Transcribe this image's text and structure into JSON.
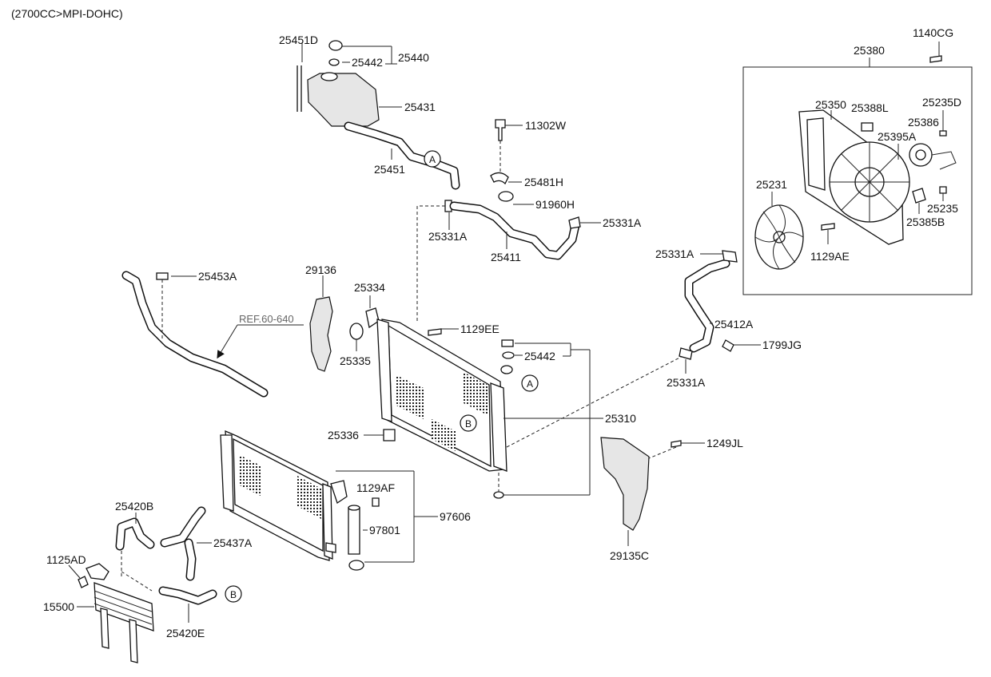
{
  "header": {
    "engine_note": "(2700CC>MPI-DOHC)"
  },
  "ref_label": "REF.60-640",
  "callouts": {
    "a": "A",
    "b": "B"
  },
  "parts": {
    "p25451D": "25451D",
    "p25440": "25440",
    "p25442_top": "25442",
    "p25431": "25431",
    "p25451": "25451",
    "p11302W": "11302W",
    "p25481H": "25481H",
    "p91960H": "91960H",
    "p25331A_1": "25331A",
    "p25331A_2": "25331A",
    "p25331A_3": "25331A",
    "p25331A_4": "25331A",
    "p25411": "25411",
    "p25453A": "25453A",
    "p29136": "29136",
    "p25334": "25334",
    "p25335": "25335",
    "p1129EE": "1129EE",
    "p25442_mid": "25442",
    "p25310": "25310",
    "p25336": "25336",
    "p25412A": "25412A",
    "p1799JG": "1799JG",
    "p1140CG": "1140CG",
    "p25380": "25380",
    "p25350": "25350",
    "p25388L": "25388L",
    "p25235D": "25235D",
    "p25386": "25386",
    "p25395A": "25395A",
    "p25231": "25231",
    "p25235": "25235",
    "p25385B": "25385B",
    "p1129AE": "1129AE",
    "p1249JL": "1249JL",
    "p29135C": "29135C",
    "p1129AF": "1129AF",
    "p97606": "97606",
    "p97801": "97801",
    "p25420B": "25420B",
    "p25437A": "25437A",
    "p1125AD": "1125AD",
    "p15500": "15500",
    "p25420E": "25420E"
  }
}
